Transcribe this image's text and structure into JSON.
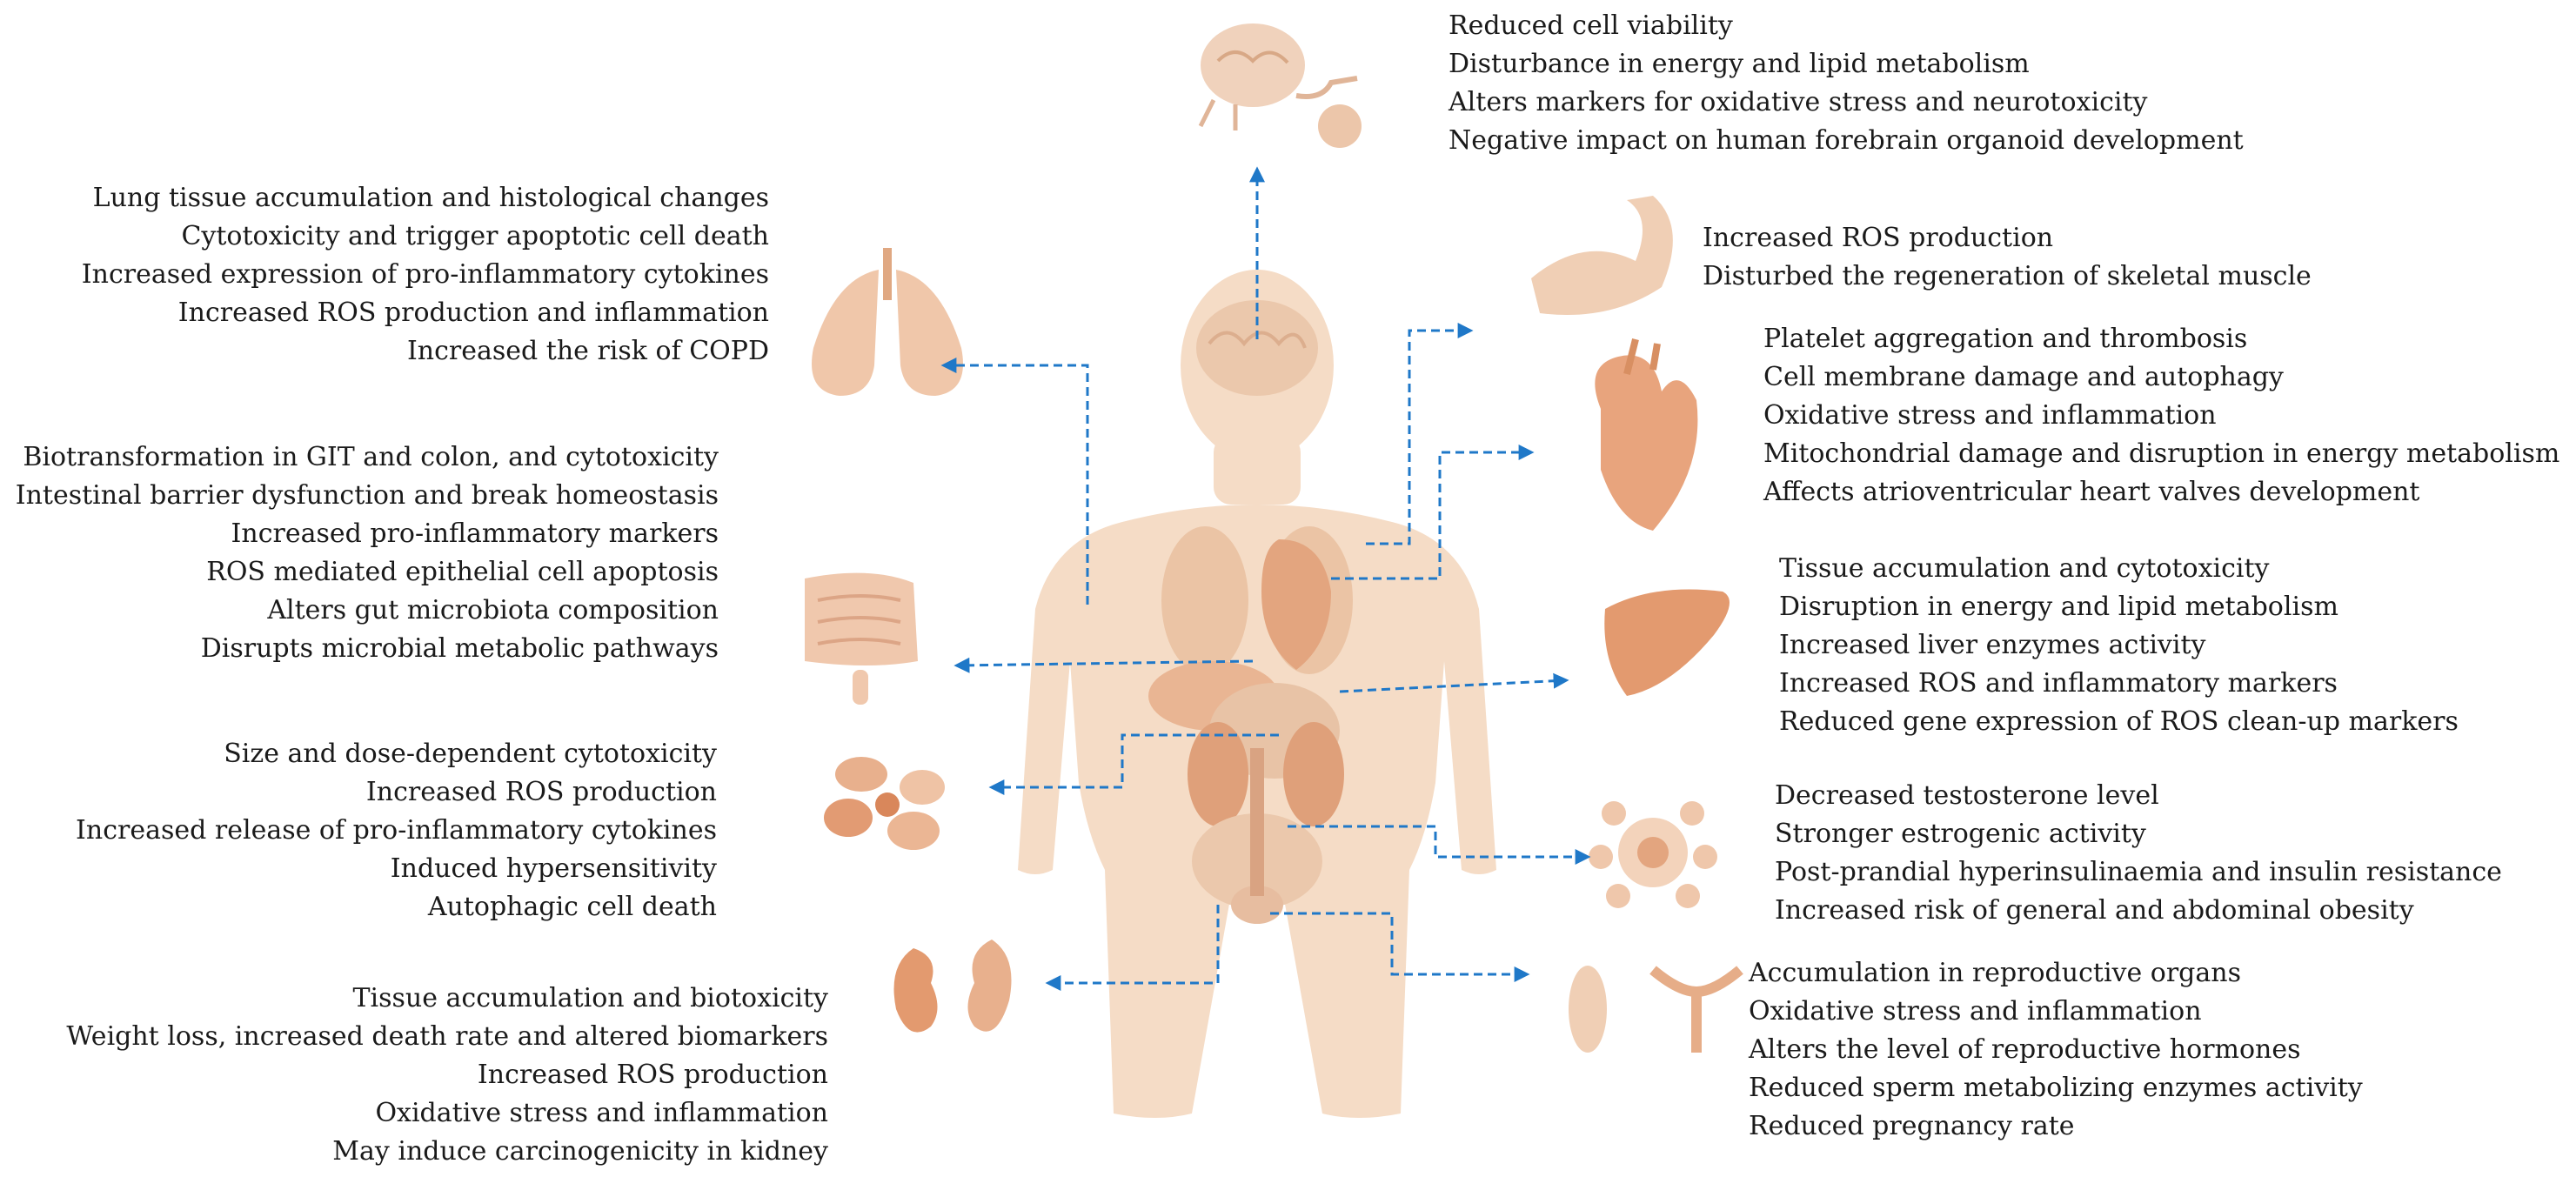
{
  "colors": {
    "body": "#f5dcc6",
    "organ": "#e9b593",
    "organ_dark": "#d88f62",
    "arrow": "#1f78c8",
    "text": "#1a1a1a"
  },
  "organs": [
    {
      "id": "brain",
      "icon": "brain-neuron-icon",
      "effects": [
        "Reduced cell viability",
        "Disturbance in energy and lipid metabolism",
        "Alters markers for oxidative stress and neurotoxicity",
        "Negative impact on human forebrain organoid development"
      ]
    },
    {
      "id": "lung",
      "icon": "lungs-icon",
      "effects": [
        "Lung tissue accumulation and histological changes",
        "Cytotoxicity and trigger apoptotic cell death",
        "Increased expression of pro-inflammatory cytokines",
        "Increased ROS production and inflammation",
        "Increased the risk of COPD"
      ]
    },
    {
      "id": "muscle",
      "icon": "arm-muscle-icon",
      "effects": [
        "Increased ROS production",
        "Disturbed the regeneration of skeletal muscle"
      ]
    },
    {
      "id": "heart",
      "icon": "heart-icon",
      "effects": [
        "Platelet aggregation and thrombosis",
        "Cell membrane damage and autophagy",
        "Oxidative stress and inflammation",
        "Mitochondrial damage and disruption in energy metabolism",
        "Affects atrioventricular heart valves development"
      ]
    },
    {
      "id": "intestine",
      "icon": "intestine-icon",
      "effects": [
        "Biotransformation in GIT and colon, and cytotoxicity",
        "Intestinal barrier dysfunction and break homeostasis",
        "Increased pro-inflammatory markers",
        "ROS mediated epithelial cell apoptosis",
        "Alters gut microbiota composition",
        "Disrupts microbial metabolic pathways"
      ]
    },
    {
      "id": "liver",
      "icon": "liver-icon",
      "effects": [
        "Tissue accumulation and cytotoxicity",
        "Disruption in energy and lipid metabolism",
        "Increased liver enzymes activity",
        "Increased ROS and inflammatory markers",
        "Reduced gene expression of ROS clean-up markers"
      ]
    },
    {
      "id": "immune",
      "icon": "immune-cells-icon",
      "effects": [
        "Size and dose-dependent cytotoxicity",
        "Increased ROS production",
        "Increased release of pro-inflammatory cytokines",
        "Induced hypersensitivity",
        "Autophagic cell death"
      ]
    },
    {
      "id": "endocrine",
      "icon": "endocrine-system-icon",
      "effects": [
        "Decreased testosterone level",
        "Stronger estrogenic activity",
        "Post-prandial hyperinsulinaemia and insulin resistance",
        "Increased risk of general and abdominal obesity"
      ]
    },
    {
      "id": "kidney",
      "icon": "kidney-icon",
      "effects": [
        "Tissue accumulation and biotoxicity",
        "Weight loss, increased death rate and altered biomarkers",
        "Increased ROS production",
        "Oxidative stress and inflammation",
        "May induce carcinogenicity in kidney"
      ]
    },
    {
      "id": "reproductive",
      "icon": "reproductive-organs-icon",
      "effects": [
        "Accumulation in reproductive organs",
        "Oxidative stress and inflammation",
        "Alters the level of reproductive hormones",
        "Reduced sperm metabolizing enzymes activity",
        "Reduced pregnancy rate"
      ]
    }
  ]
}
